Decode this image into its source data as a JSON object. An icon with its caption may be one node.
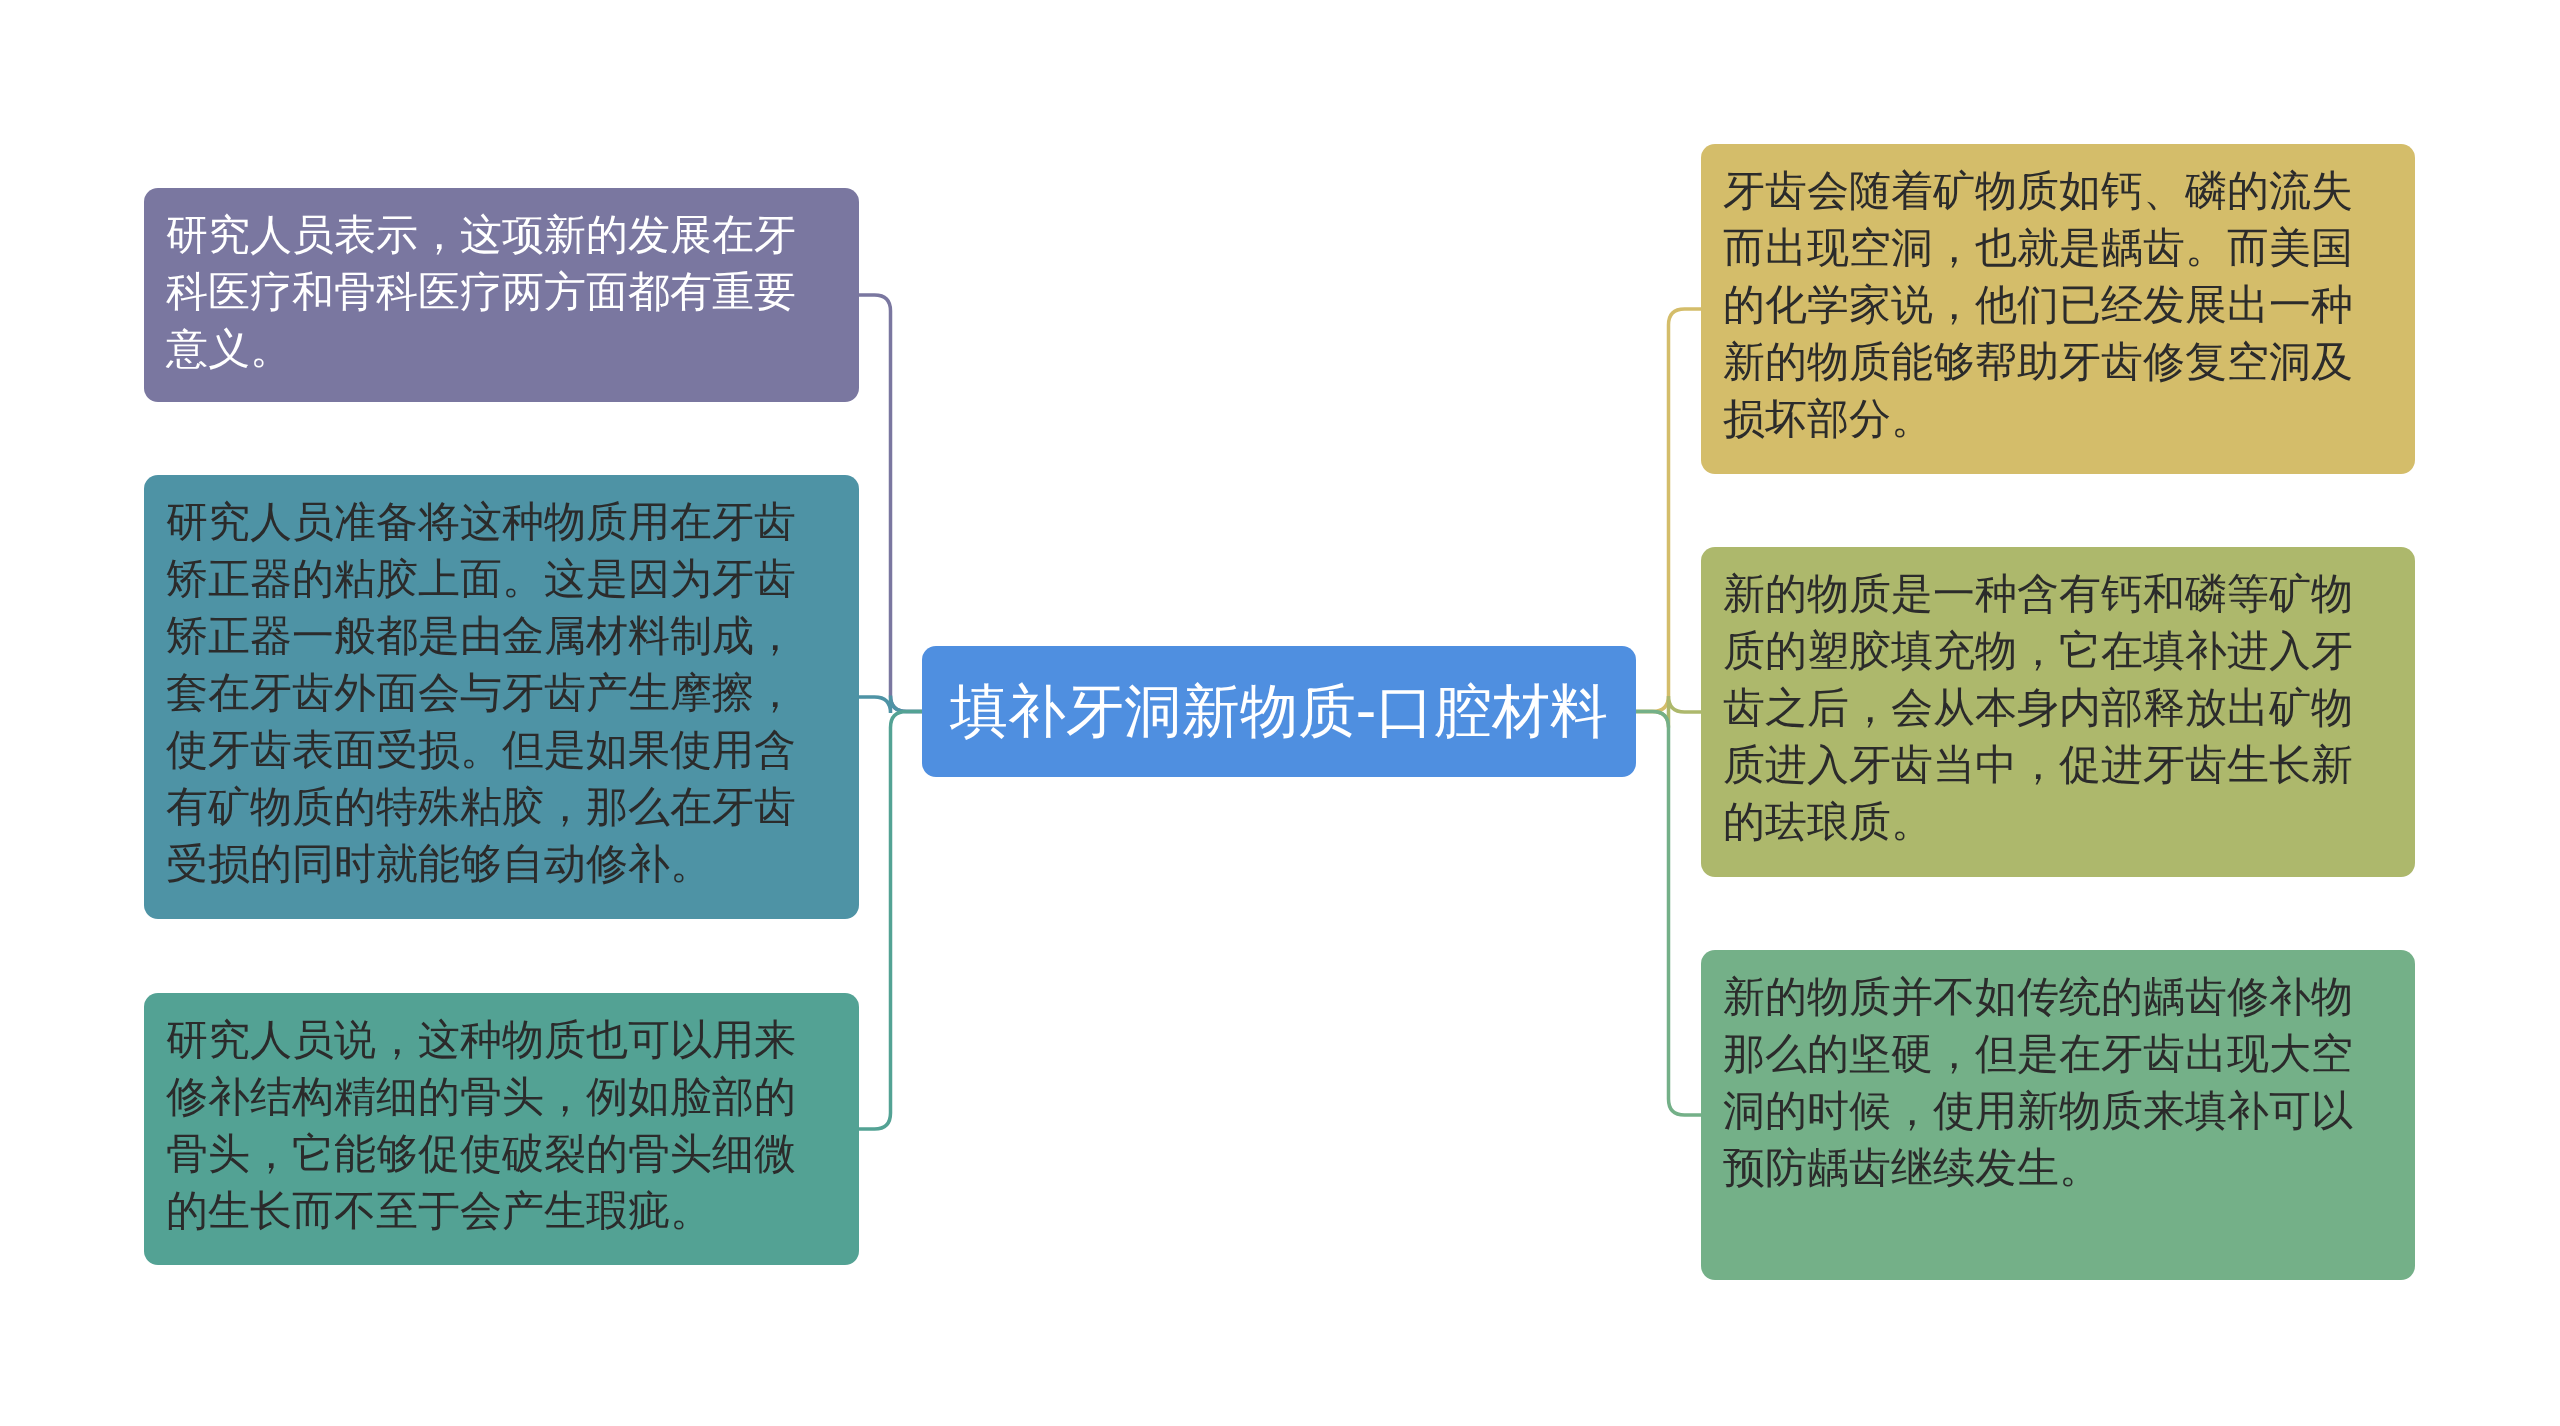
{
  "diagram": {
    "nodes": [
      {
        "text": [
          "填补牙洞新物质-口腔材料"
        ]
      },
      {
        "text": [
          "研究人员表示，这项新的发展在牙科医疗和骨科医疗两方面都有重要意义。"
        ]
      },
      {
        "text": [
          "研究人员准备将这种物质用在牙齿矫正器的粘胶上面。这是因为牙齿矫正器一般都是由金属材料制成，套在牙齿外面会与牙齿产生摩擦，使牙齿表面受损。但是如果使用含有矿物质的特殊粘胶，那么在牙齿受损的同时就能够自动修补。"
        ]
      },
      {
        "text": [
          "研究人员说，这种物质也可以用来修补结构精细的骨头，例如脸部的骨头，它能够促使破裂的骨头细微的生长而不至于会产生瑕疵。"
        ]
      },
      {
        "text": [
          "牙齿会随着矿物质如钙、磷的流失而出现空洞，也就是龋齿。而美国的化学家说，他们已经发展出一种新的物质能够帮助牙齿修复空洞及损坏部分。"
        ]
      },
      {
        "text": [
          "新的物质是一种含有钙和磷等矿物质的塑胶填充物，它在填补进入牙齿之后，会从本身内部释放出矿物质进入牙齿当中，促进牙齿生长新的珐琅质。"
        ]
      },
      {
        "text": [
          "新的物质并不如传统的龋齿修补物那么的坚硬，但是在牙齿出现大空洞的时候，使用新物质来填补可以预防龋齿继续发生。"
        ]
      }
    ],
    "edges": [
      {
        "from": 0,
        "to": 1,
        "arrow": "none",
        "color": "#7a77a0"
      },
      {
        "from": 0,
        "to": 2,
        "arrow": "none",
        "color": "#4e93a5"
      },
      {
        "from": 0,
        "to": 3,
        "arrow": "none",
        "color": "#53a294"
      },
      {
        "from": 0,
        "to": 4,
        "arrow": "none",
        "color": "#d4bd6a"
      },
      {
        "from": 0,
        "to": 5,
        "arrow": "none",
        "color": "#adb86c"
      },
      {
        "from": 0,
        "to": 6,
        "arrow": "none",
        "color": "#74b088"
      }
    ]
  }
}
